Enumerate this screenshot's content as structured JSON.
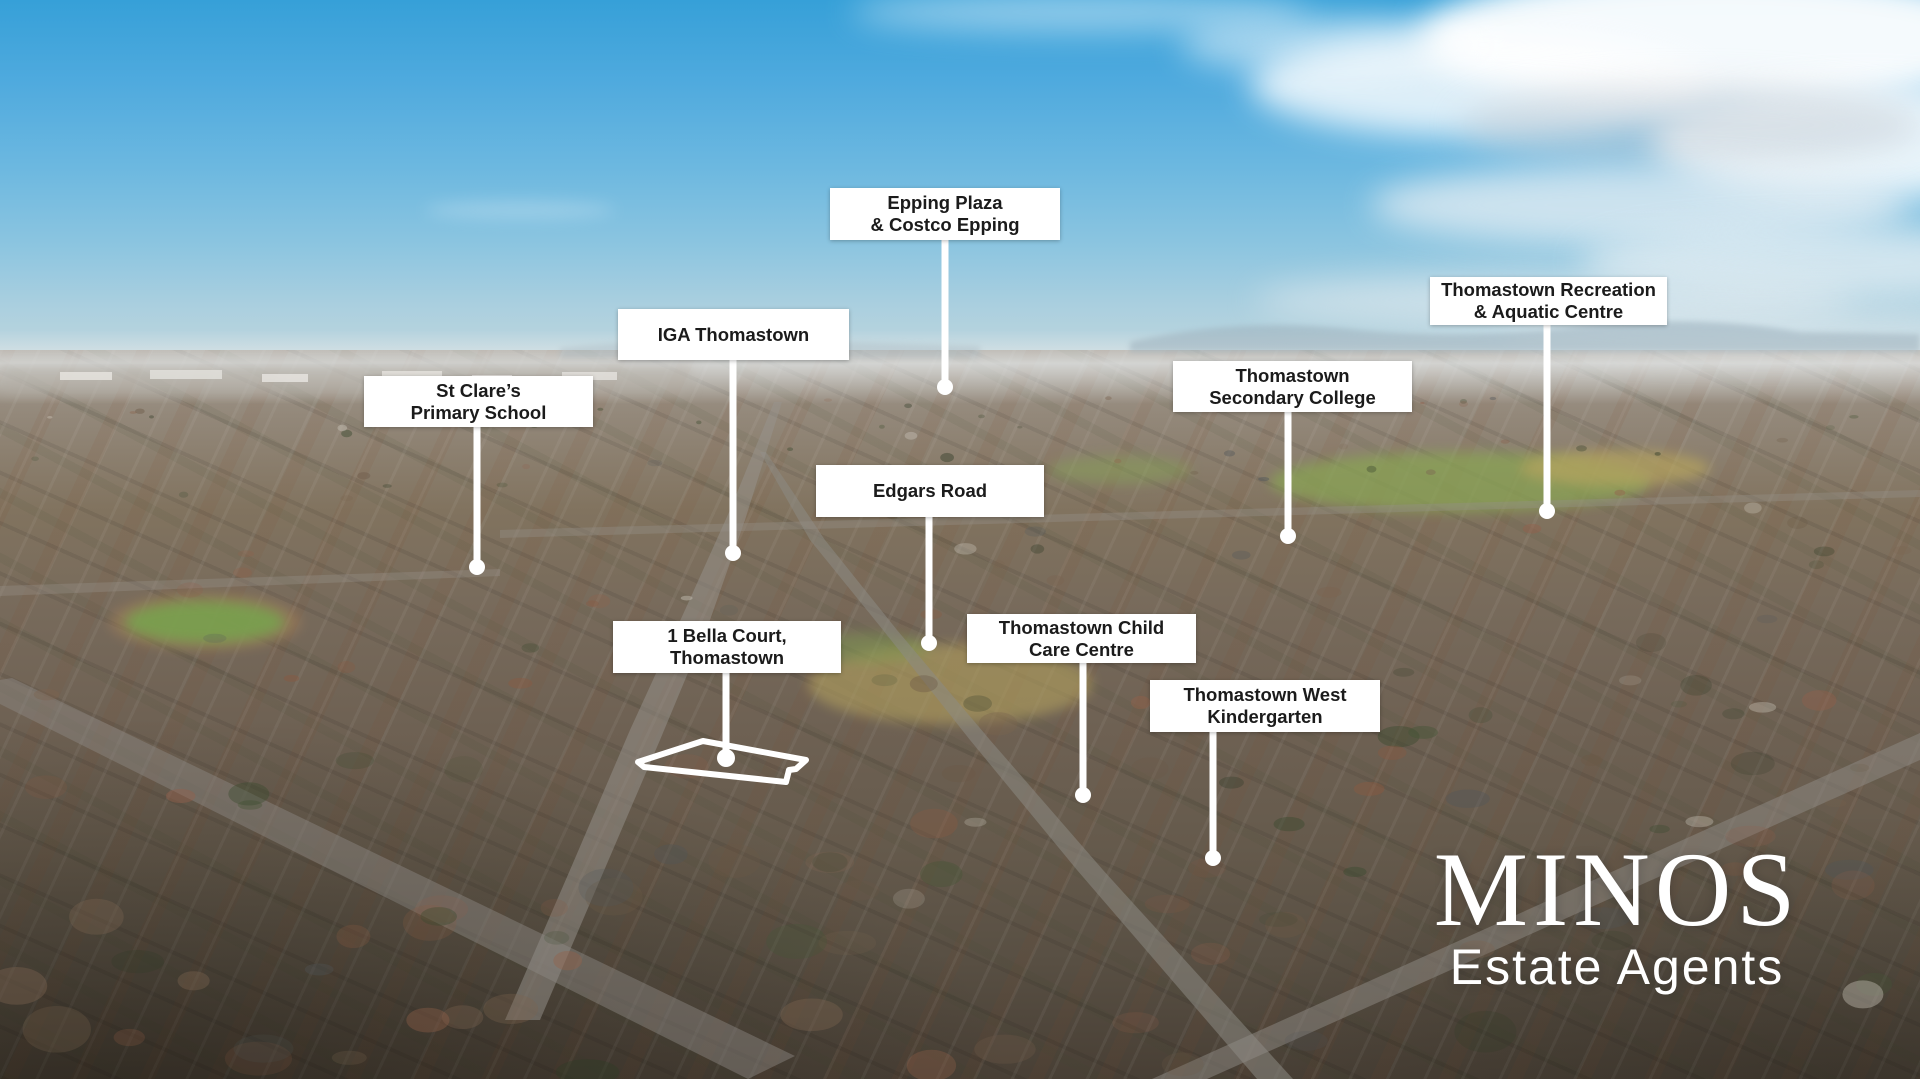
{
  "scene_labels": [
    {
      "id": "epping-plaza",
      "lines": [
        "Epping Plaza",
        "& Costco Epping"
      ]
    },
    {
      "id": "iga-thomastown",
      "lines": [
        "IGA Thomastown"
      ]
    },
    {
      "id": "st-clares",
      "lines": [
        "St Clare’s",
        "Primary School"
      ]
    },
    {
      "id": "thomastown-recreation",
      "lines": [
        "Thomastown Recreation",
        "& Aquatic Centre"
      ]
    },
    {
      "id": "thomastown-secondary",
      "lines": [
        "Thomastown",
        "Secondary College"
      ]
    },
    {
      "id": "edgars-road",
      "lines": [
        "Edgars Road"
      ]
    },
    {
      "id": "bella-court",
      "lines": [
        "1 Bella Court,",
        "Thomastown"
      ]
    },
    {
      "id": "childcare-centre",
      "lines": [
        "Thomastown Child",
        "Care Centre"
      ]
    },
    {
      "id": "west-kindergarten",
      "lines": [
        "Thomastown West",
        "Kindergarten"
      ]
    }
  ],
  "brand": {
    "name": "MINOS",
    "tagline": "Estate Agents"
  },
  "colors": {
    "label_background": "#ffffff",
    "label_text": "#1b1b1b",
    "leader_line": "#ffffff",
    "sky_top": "#36a0d8",
    "logo_text": "#ffffff"
  }
}
